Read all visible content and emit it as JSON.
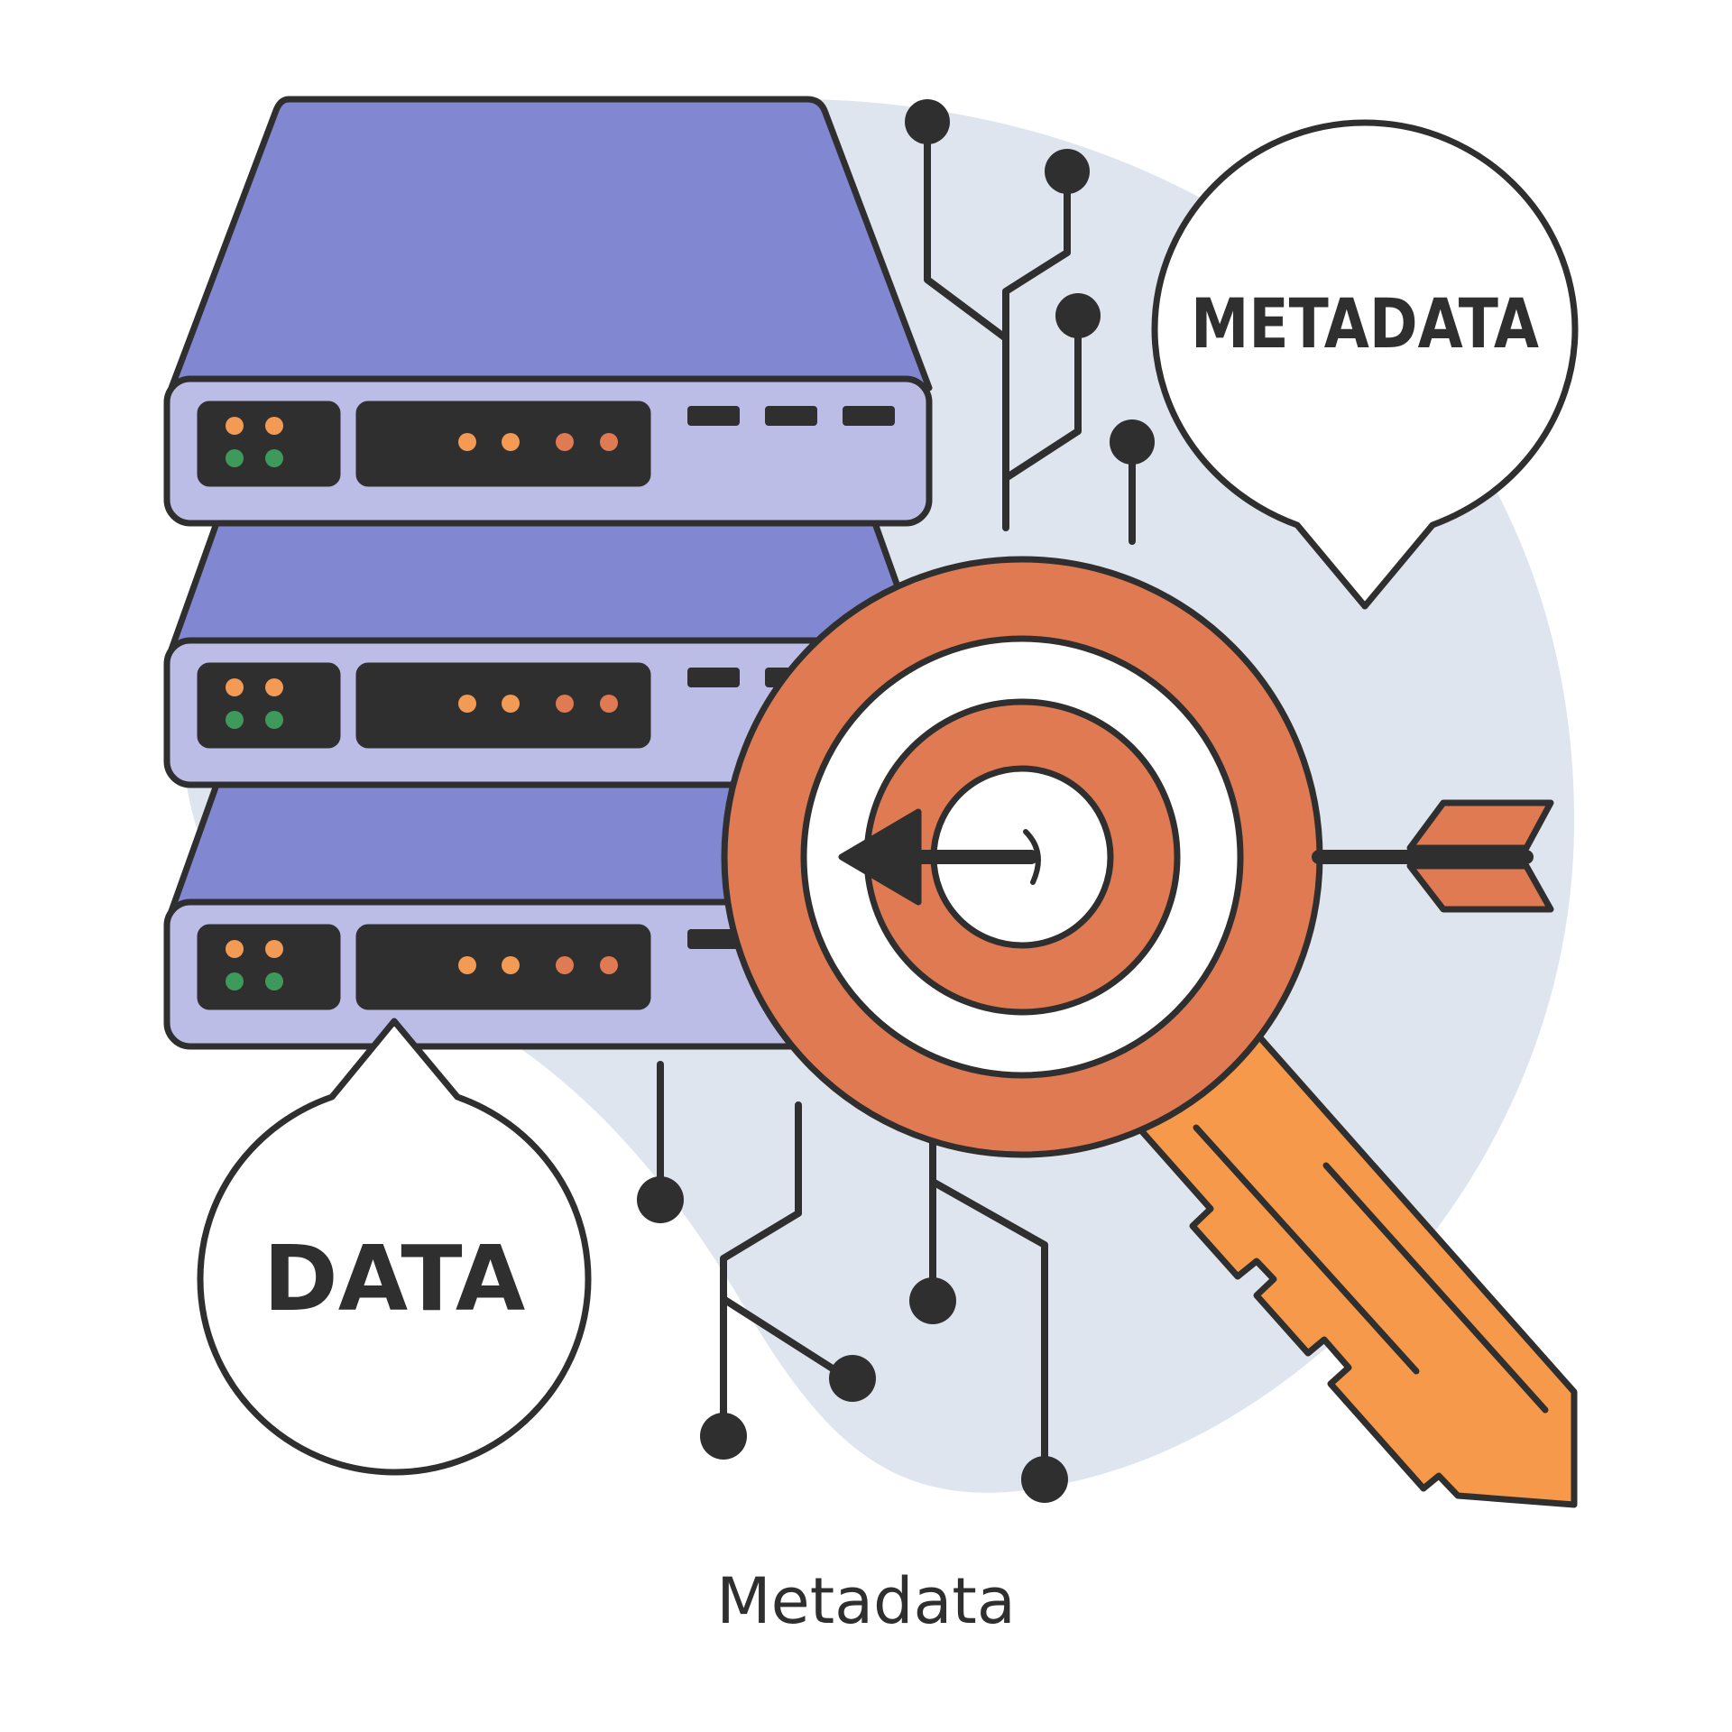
{
  "bubbles": {
    "metadata_label": "METADATA",
    "data_label": "DATA"
  },
  "caption": "Metadata",
  "colors": {
    "background_blob": "#dfe5ef",
    "server_top": "#8187d0",
    "server_front": "#bcbde6",
    "panel": "#2f2f2f",
    "led_orange": "#f39a54",
    "led_green": "#3e9a5a",
    "target_ring": "#e07a52",
    "key": "#f7994a",
    "outline": "#2f2f2f"
  }
}
